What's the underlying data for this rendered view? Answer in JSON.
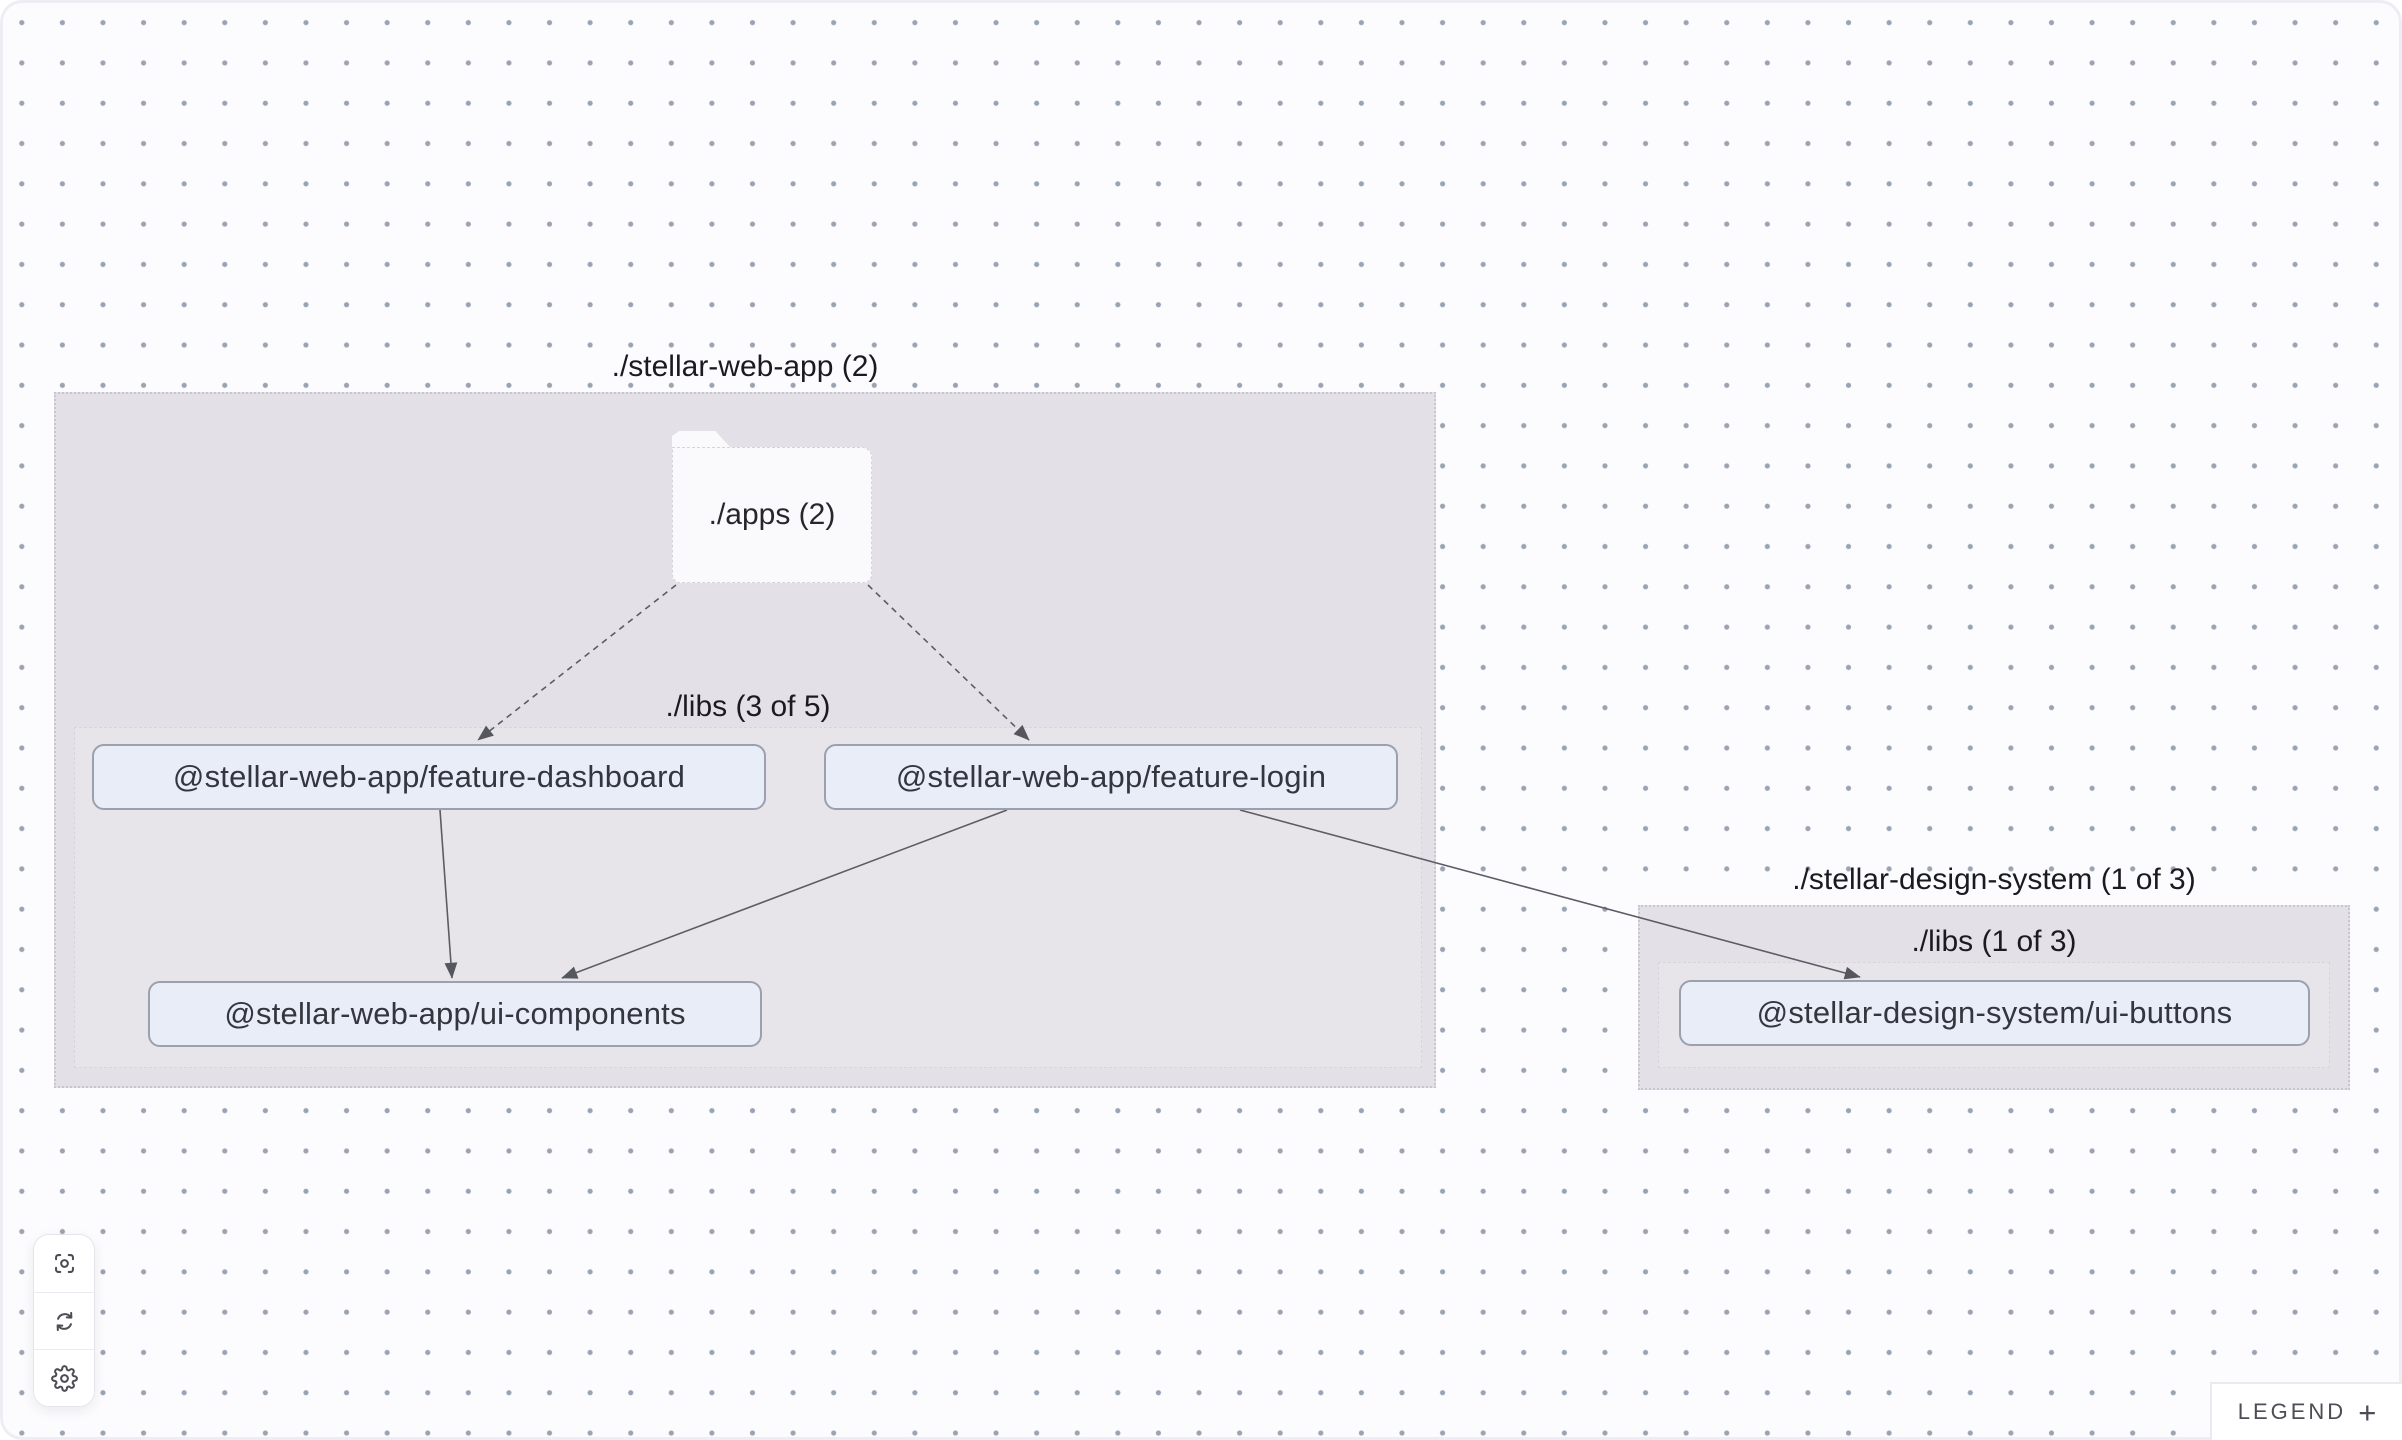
{
  "graph": {
    "groups": [
      {
        "id": "stellar-web-app",
        "label": "./stellar-web-app (2)",
        "libs_label": "./libs (3 of 5)"
      },
      {
        "id": "stellar-design-system",
        "label": "./stellar-design-system (1 of 3)",
        "libs_label": "./libs (1 of 3)"
      }
    ],
    "folder": {
      "label": "./apps (2)"
    },
    "nodes": [
      {
        "id": "feature-dashboard",
        "label": "@stellar-web-app/feature-dashboard"
      },
      {
        "id": "feature-login",
        "label": "@stellar-web-app/feature-login"
      },
      {
        "id": "ui-components",
        "label": "@stellar-web-app/ui-components"
      },
      {
        "id": "ui-buttons",
        "label": "@stellar-design-system/ui-buttons"
      }
    ],
    "edges": [
      {
        "from": "./apps",
        "to": "@stellar-web-app/feature-dashboard",
        "style": "dashed"
      },
      {
        "from": "./apps",
        "to": "@stellar-web-app/feature-login",
        "style": "dashed"
      },
      {
        "from": "@stellar-web-app/feature-dashboard",
        "to": "@stellar-web-app/ui-components",
        "style": "solid"
      },
      {
        "from": "@stellar-web-app/feature-login",
        "to": "@stellar-web-app/ui-components",
        "style": "solid"
      },
      {
        "from": "@stellar-web-app/feature-login",
        "to": "@stellar-design-system/ui-buttons",
        "style": "solid"
      }
    ]
  },
  "toolbar": {
    "buttons": [
      {
        "name": "focus"
      },
      {
        "name": "refresh"
      },
      {
        "name": "settings"
      }
    ]
  },
  "legend": {
    "label": "LEGEND",
    "toggle": "+"
  },
  "colors": {
    "canvas_bg": "#fcfbfd",
    "canvas_border": "#eceef3",
    "dot_grid": "#9aa3b2",
    "group_fill": "#e3e1e7",
    "group_border": "#c9c6d0",
    "libs_border": "#d7d4dd",
    "folder_fill": "#faf9fc",
    "node_fill": "#e9edf8",
    "node_border": "#9aa0ad",
    "node_text": "#34363f",
    "edge": "#5b5c64",
    "label_text": "#1a1b20"
  }
}
